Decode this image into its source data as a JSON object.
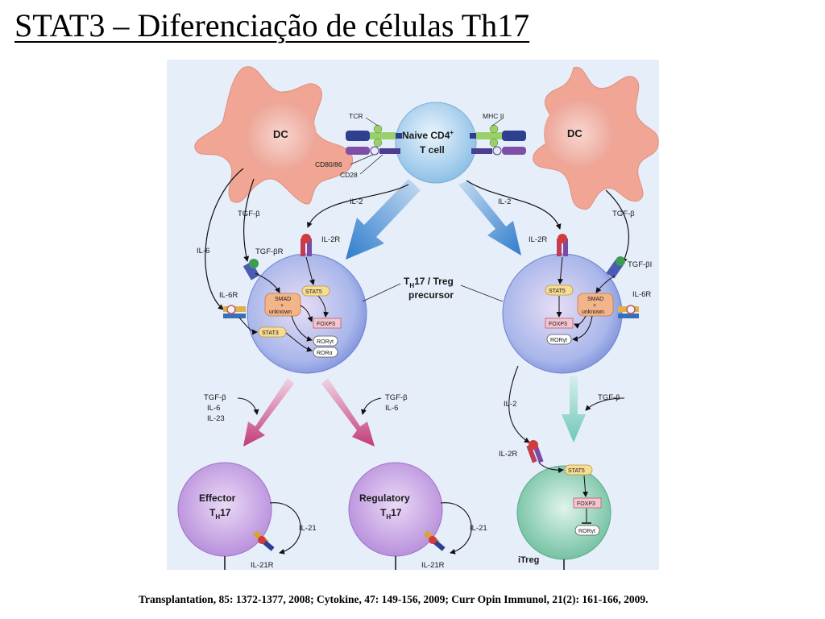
{
  "slide": {
    "title": "STAT3 – Diferenciação de células Th17",
    "citation": "Transplantation, 85: 1372-1377, 2008; Cytokine, 47: 149-156, 2009; Curr Opin Immunol, 21(2): 161-166, 2009."
  },
  "diagram": {
    "dc_left": "DC",
    "dc_right": "DC",
    "naive_line1": "Naive CD4",
    "naive_sup": "+",
    "naive_line2": "T cell",
    "tcr": "TCR",
    "mhc": "MHC II",
    "cd80": "CD80/86",
    "cd28": "CD28",
    "il2_left": "IL-2",
    "il2_right": "IL-2",
    "tgfb_left": "TGF-β",
    "tgfb_right": "TGF-β",
    "il6": "IL-6",
    "il2r_left": "IL-2R",
    "il2r_right": "IL-2R",
    "tgfbr_left": "TGF-βR",
    "tgfbr_right": "TGF-βI",
    "il6r_left": "IL-6R",
    "il6r_right": "IL-6R",
    "precursor_line1": "T",
    "precursor_sub": "H",
    "precursor_line1b": "17 / Treg",
    "precursor_line2": "precursor",
    "stat5": "STAT5",
    "stat3": "STAT3",
    "smad_line1": "SMAD",
    "smad_line2": "+",
    "smad_line3": "unknown",
    "foxp3": "FOXP3",
    "rorgt": "RORγt",
    "rora": "RORα",
    "cyt_effector": [
      "TGF-β",
      "IL-6",
      "IL-23"
    ],
    "cyt_regulatory": [
      "TGF-β",
      "IL-6"
    ],
    "il2_itreg": "IL-2",
    "tgfb_itreg": "TGF-β",
    "il2r_itreg": "IL-2R",
    "effector_line1": "Effector",
    "effector_line2": "T",
    "effector_sub": "H",
    "effector_line2b": "17",
    "regulatory_line1": "Regulatory",
    "regulatory_line2": "T",
    "regulatory_sub": "H",
    "regulatory_line2b": "17",
    "il21_a": "IL-21",
    "il21_b": "IL-21",
    "il21r_a": "IL-21R",
    "il21r_b": "IL-21R",
    "itreg": "iTreg",
    "colors": {
      "background": "#e6eef9",
      "dc": "#f1a496",
      "naive": "#a6cdeb",
      "precursor": "#9aa7e4",
      "effector": "#c6a1e0",
      "itreg": "#7fc6ad",
      "arrow_blue": "#3f86cf",
      "arrow_magenta": "#c5437c",
      "arrow_teal": "#7ecdc0"
    }
  }
}
